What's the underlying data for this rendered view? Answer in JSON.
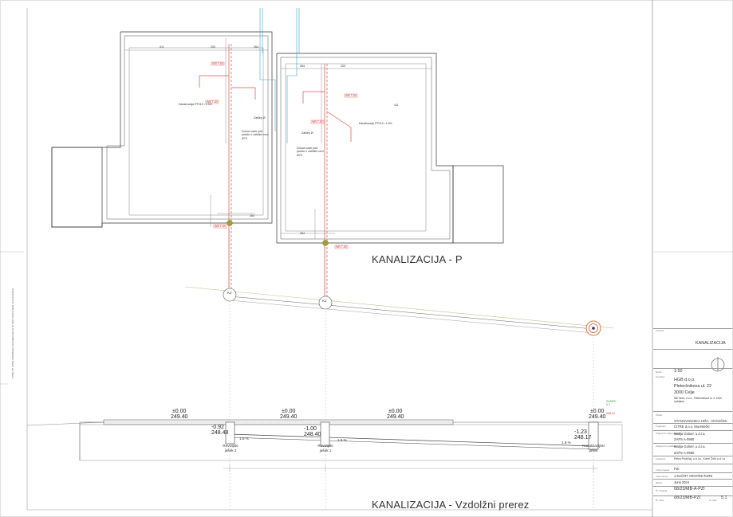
{
  "titles": {
    "plan": "KANALIZACIJA - P",
    "section": "KANALIZACIJA - Vzdolžni prerez"
  },
  "plan_labels": {
    "manhole_left": "KJ",
    "manhole_right": "KJ",
    "dims_top_left": [
      "411",
      "200",
      "264"
    ],
    "dims_top_right": [
      "264",
      "200",
      "411"
    ],
    "dim_bottom_left": "264",
    "dim_bottom_right": "264",
    "note_left": "Dovod vode pod ploščo v zaščitni cevi Ø75",
    "note_right": "Dovod vode pod ploščo v zaščitni cevi Ø75",
    "tag_left_1": "WB T-80",
    "tag_left_2": "WB T-80",
    "tag_right_1": "WB T-80",
    "tag_right_2": "WB T-80",
    "tag_bottom_left": "WB T-80",
    "tag_bottom_right": "WB T-80",
    "kanalizacija_left": "Kanalizacija PP110 ↓1.5%",
    "kanalizacija_right": "Kanalizacija PP110 ↓1.5%",
    "zaklep_left": "Zaklep Ø",
    "zaklep_right": "Zaklep Ø"
  },
  "section_labels": {
    "levels_top": [
      {
        "a": "±0.00",
        "b": "249.40"
      },
      {
        "a": "±0.00",
        "b": "249.40"
      },
      {
        "a": "±0.00",
        "b": "249.40"
      },
      {
        "a": "±0.00",
        "b": "249.40"
      }
    ],
    "shaft2": {
      "depth": "-0.92",
      "elev": "248.48",
      "name": "Revizijski jašek 2"
    },
    "shaft1": {
      "depth": "-1.00",
      "elev": "248.40",
      "name": "Revizijski jašek 1"
    },
    "shaft3": {
      "depth": "-1.23",
      "elev": "248.17",
      "name": "Kanalizacijski jašek"
    },
    "slopes": [
      "1.5 %",
      "1.5 %",
      "1.5 %"
    ],
    "green_note": "ZASIPK 0.1",
    "red_note": "248.41"
  },
  "title_block": {
    "drawing_label": "Vsebina",
    "drawing": "KANALIZACIJA",
    "scale_label": "Merilo",
    "scale": "1:50",
    "investor_label": "Investitor",
    "investor_lines": [
      "HGB d.o.o.",
      "Pleteršnikova ul. 22",
      "3000 Celje"
    ],
    "address_small": "MB Tarex, d.o.o., Pleteršnikova ul. 4, 1000 Ljubljana",
    "object_label": "Objekt",
    "object": "STANOVANJSKA HIŠA - DVOJČEK",
    "designer_label": "Projektant",
    "designer": "CITRE d.o.o. Muretinčki",
    "lead_label": "Odgovorni vodja projekta",
    "lead": "Matija Golner, u.d.i.a.",
    "lead_id": "ZAPS A-0960",
    "resp_label": "Odgovorni projektant",
    "resp": "Matija Golner, u.d.i.a.",
    "resp_id": "ZAPS A-0960",
    "coop_label": "Sodelavci",
    "coop": "Petra Podržaj, u.d.i.a., Karel Žohl u.d.i.a.",
    "phase_label": "Vrsta projekta",
    "phase": "PZI",
    "part_label": "Vrsta načrta",
    "part": "1 NAČRT ARHITEKTURE",
    "date_label": "Datum",
    "date": "Junij 2024",
    "projno_label": "Št. projekta",
    "projno": "08/23/MB-A-PZI",
    "drawno_label": "Št. risbe",
    "drawno": "08/23/MB-PZI",
    "sheet_label": "Št. lista",
    "sheet": "5.1"
  },
  "side_note": "RISBE SO PISNE IZVEDBENE DOKUMENTACIJE IN NISO DOVOLJENE ZA KOPIRANJE"
}
